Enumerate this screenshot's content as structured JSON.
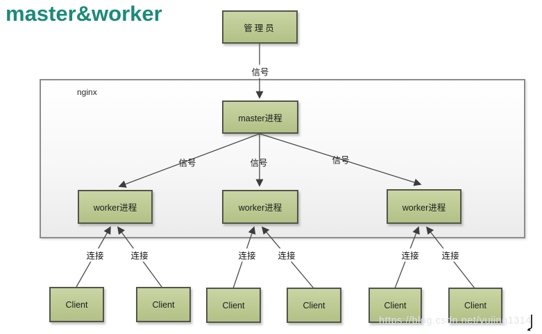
{
  "title": "master&worker",
  "container": {
    "label": "nginx"
  },
  "nodes": {
    "admin": {
      "label": "管理员"
    },
    "master": {
      "label": "master进程"
    },
    "workers": [
      {
        "label": "worker进程"
      },
      {
        "label": "worker进程"
      },
      {
        "label": "worker进程"
      }
    ],
    "clients": [
      {
        "label": "Client"
      },
      {
        "label": "Client"
      },
      {
        "label": "Client"
      },
      {
        "label": "Client"
      },
      {
        "label": "Client"
      },
      {
        "label": "Client"
      }
    ]
  },
  "edge_labels": {
    "signals": [
      "信号",
      "信号",
      "信号",
      "信号"
    ],
    "connections": [
      "连接",
      "连接",
      "连接",
      "连接",
      "连接",
      "连接"
    ]
  },
  "watermark": "https://blog.csdn.net/yujing1314",
  "colors": {
    "title": "#1b8a79",
    "node_fill_top": "#cad5a4",
    "node_fill_bottom": "#b2c186",
    "node_border": "#51554a",
    "container_border": "#8b8b8b",
    "edge_line": "#4a4a4a",
    "watermark": "#e0e4eb"
  }
}
